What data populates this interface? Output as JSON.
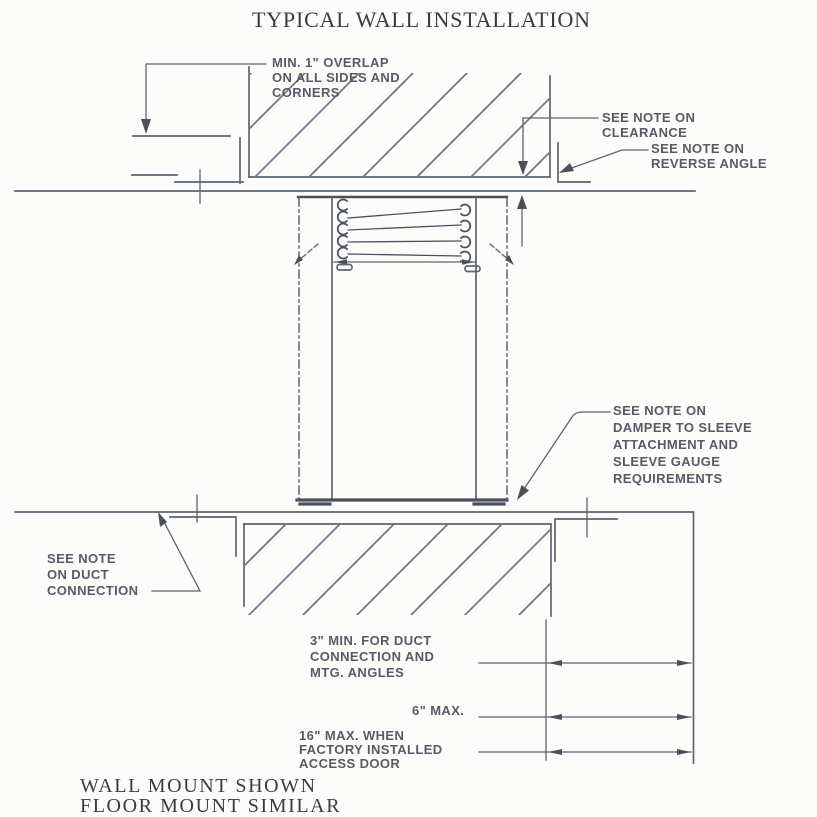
{
  "title": "TYPICAL WALL INSTALLATION",
  "notes": {
    "overlap": [
      "MIN. 1\" OVERLAP",
      "ON ALL SIDES AND",
      "CORNERS"
    ],
    "clearance": [
      "SEE NOTE ON",
      "CLEARANCE"
    ],
    "reverse_angle": [
      "SEE NOTE ON",
      "REVERSE ANGLE"
    ],
    "damper_sleeve": [
      "SEE NOTE ON",
      "DAMPER TO SLEEVE",
      "ATTACHMENT AND",
      "SLEEVE GAUGE",
      "REQUIREMENTS"
    ],
    "duct_connection": [
      "SEE NOTE",
      "ON DUCT",
      "CONNECTION"
    ]
  },
  "dimensions": {
    "duct_min": [
      "3\" MIN. FOR DUCT",
      "CONNECTION AND",
      "MTG. ANGLES"
    ],
    "six_max": "6\" MAX.",
    "sixteen_max": [
      "16\" MAX. WHEN",
      "FACTORY INSTALLED",
      "ACCESS DOOR"
    ]
  },
  "footer": [
    "WALL MOUNT SHOWN",
    "FLOOR MOUNT SIMILAR"
  ],
  "colors": {
    "background": "#fcfcfa",
    "ink": "#5d6370",
    "ink_dark": "#4a505e",
    "hatch": "#6d7482",
    "annotation_text": "#565b68",
    "title_text": "#3a3b45"
  }
}
